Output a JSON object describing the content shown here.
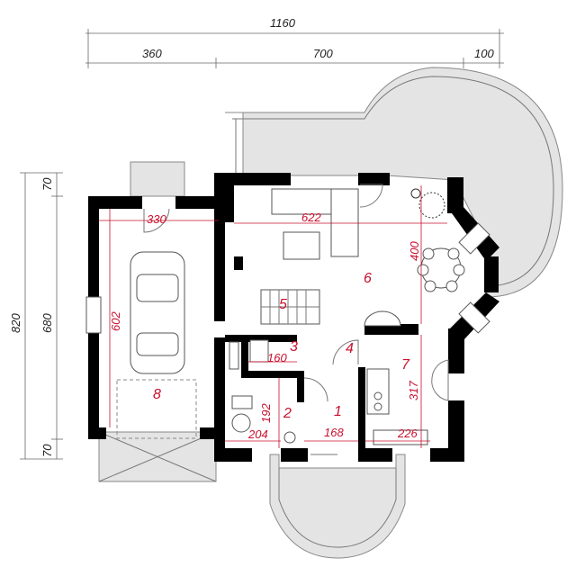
{
  "dimensions": {
    "top_total": "1160",
    "top_left": "360",
    "top_middle": "700",
    "top_right": "100",
    "left_total": "820",
    "left_inner": "680",
    "left_top": "70",
    "left_bottom": "70"
  },
  "room_dimensions": {
    "garage_width": "330",
    "garage_length": "602",
    "living_width": "622",
    "dining_length": "400",
    "wc_width": "160",
    "hall_height": "192",
    "bath_width": "204",
    "entry_width": "168",
    "kitchen_width": "226",
    "kitchen_length": "317"
  },
  "rooms": {
    "r1": "1",
    "r2": "2",
    "r3": "3",
    "r4": "4",
    "r5": "5",
    "r6": "6",
    "r7": "7",
    "r8": "8"
  }
}
